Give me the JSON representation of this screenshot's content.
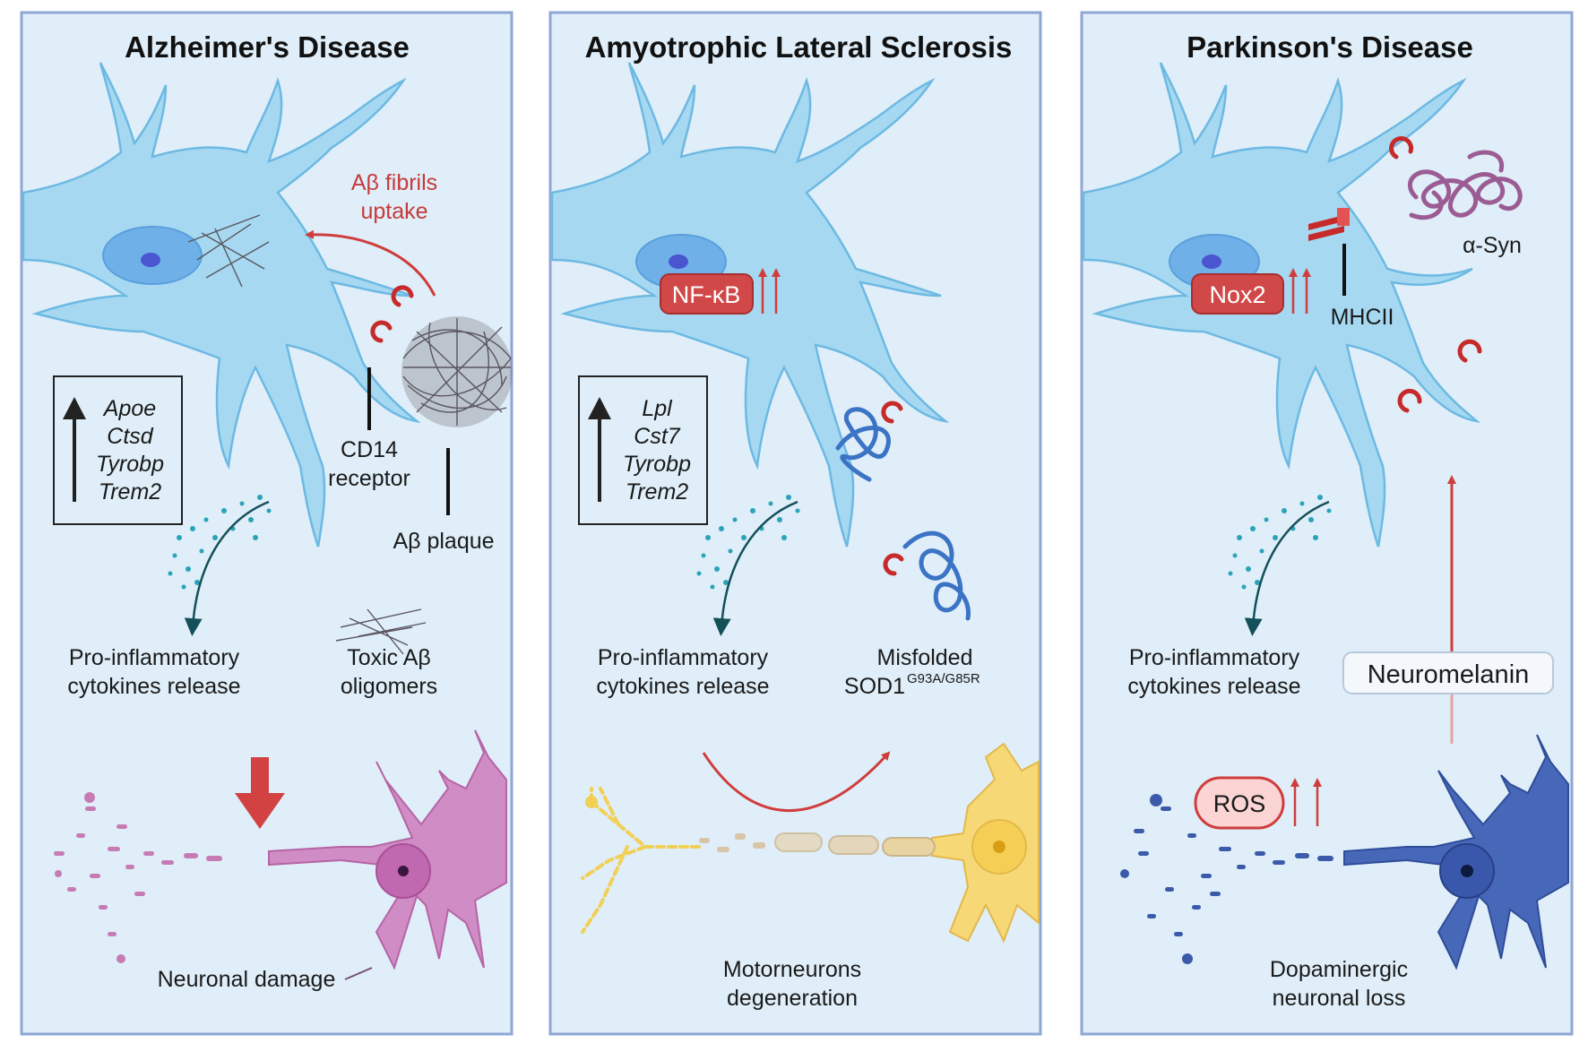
{
  "panels": [
    {
      "title": "Alzheimer's Disease",
      "genes": [
        "Apoe",
        "Ctsd",
        "Tyrobp",
        "Trem2"
      ],
      "uptake_label": [
        "Aβ fibrils",
        "uptake"
      ],
      "receptor_label": [
        "CD14",
        "receptor"
      ],
      "plaque_label": "Aβ plaque",
      "cytokine_label": [
        "Pro-inflammatory",
        "cytokines release"
      ],
      "oligomer_label": [
        "Toxic Aβ",
        "oligomers"
      ],
      "damage_label": "Neuronal damage"
    },
    {
      "title": "Amyotrophic Lateral Sclerosis",
      "badge": "NF-κB",
      "genes": [
        "Lpl",
        "Cst7",
        "Tyrobp",
        "Trem2"
      ],
      "cytokine_label": [
        "Pro-inflammatory",
        "cytokines release"
      ],
      "misfolded_label": "Misfolded",
      "sod_label": "SOD1",
      "sod_superscript": "G93A/G85R",
      "degeneration_label": [
        "Motorneurons",
        "degeneration"
      ]
    },
    {
      "title": "Parkinson's Disease",
      "badge": "Nox2",
      "mhc_label": "MHCII",
      "syn_label": "α-Syn",
      "cytokine_label": [
        "Pro-inflammatory",
        "cytokines release"
      ],
      "neuromelanin_label": "Neuromelanin",
      "ros_label": "ROS",
      "loss_label": [
        "Dopaminergic",
        "neuronal loss"
      ]
    }
  ],
  "colors": {
    "panel_bg": "#dfeef8",
    "panel_border": "#8fa7d4",
    "microglia": "#a6d9f1",
    "accent_red": "#c73a3a",
    "neuron_ad": "#c77bb4",
    "neuron_als": "#f5d36a",
    "neuron_pd": "#3f5fae"
  }
}
